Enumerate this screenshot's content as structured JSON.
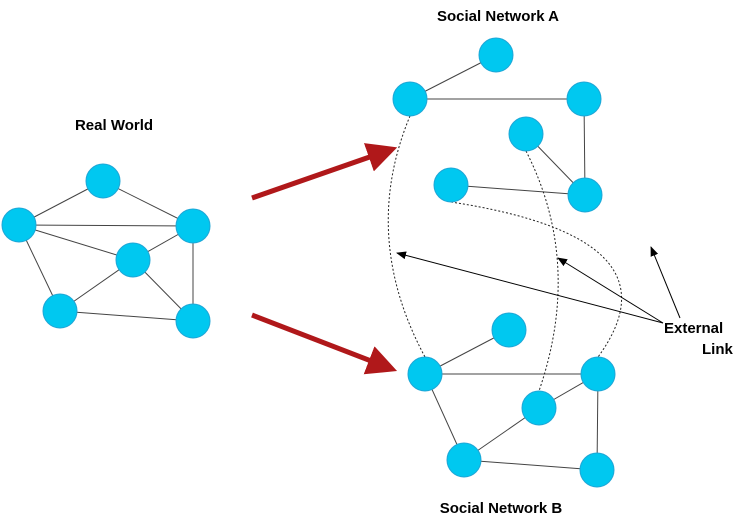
{
  "labels": {
    "real_world": "Real World",
    "network_a": "Social Network A",
    "network_b": "Social Network B",
    "external_link_line1": "External",
    "external_link_line2": "Link"
  },
  "colors": {
    "node_fill": "#00c8f0",
    "node_stroke": "#1ea6d6",
    "edge": "#444444",
    "dashed_link": "#222222",
    "mapping_arrow": "#b0181a",
    "annotation_arrow": "#000000"
  },
  "graphs": {
    "real_world": {
      "nodes": [
        "rw1",
        "rw2",
        "rw3",
        "rw4",
        "rw5",
        "rw6"
      ],
      "edges": [
        [
          "rw1",
          "rw2"
        ],
        [
          "rw1",
          "rw3"
        ],
        [
          "rw2",
          "rw3"
        ],
        [
          "rw2",
          "rw4"
        ],
        [
          "rw3",
          "rw4"
        ],
        [
          "rw2",
          "rw5"
        ],
        [
          "rw3",
          "rw6"
        ],
        [
          "rw4",
          "rw5"
        ],
        [
          "rw4",
          "rw6"
        ],
        [
          "rw5",
          "rw6"
        ]
      ]
    },
    "network_a": {
      "nodes": [
        "a1",
        "a2",
        "a3",
        "a4",
        "a5",
        "a6"
      ],
      "edges": [
        [
          "a1",
          "a2"
        ],
        [
          "a2",
          "a3"
        ],
        [
          "a3",
          "a6"
        ],
        [
          "a4",
          "a6"
        ],
        [
          "a5",
          "a6"
        ]
      ]
    },
    "network_b": {
      "nodes": [
        "b1",
        "b2",
        "b3",
        "b4",
        "b5",
        "b6"
      ],
      "edges": [
        [
          "b1",
          "b2"
        ],
        [
          "b2",
          "b3"
        ],
        [
          "b2",
          "b5"
        ],
        [
          "b3",
          "b4"
        ],
        [
          "b4",
          "b5"
        ],
        [
          "b3",
          "b6"
        ],
        [
          "b6",
          "b5"
        ]
      ]
    },
    "external_links": [
      [
        "a2",
        "b2"
      ],
      [
        "a4",
        "b4"
      ],
      [
        "a5",
        "b3"
      ]
    ]
  }
}
